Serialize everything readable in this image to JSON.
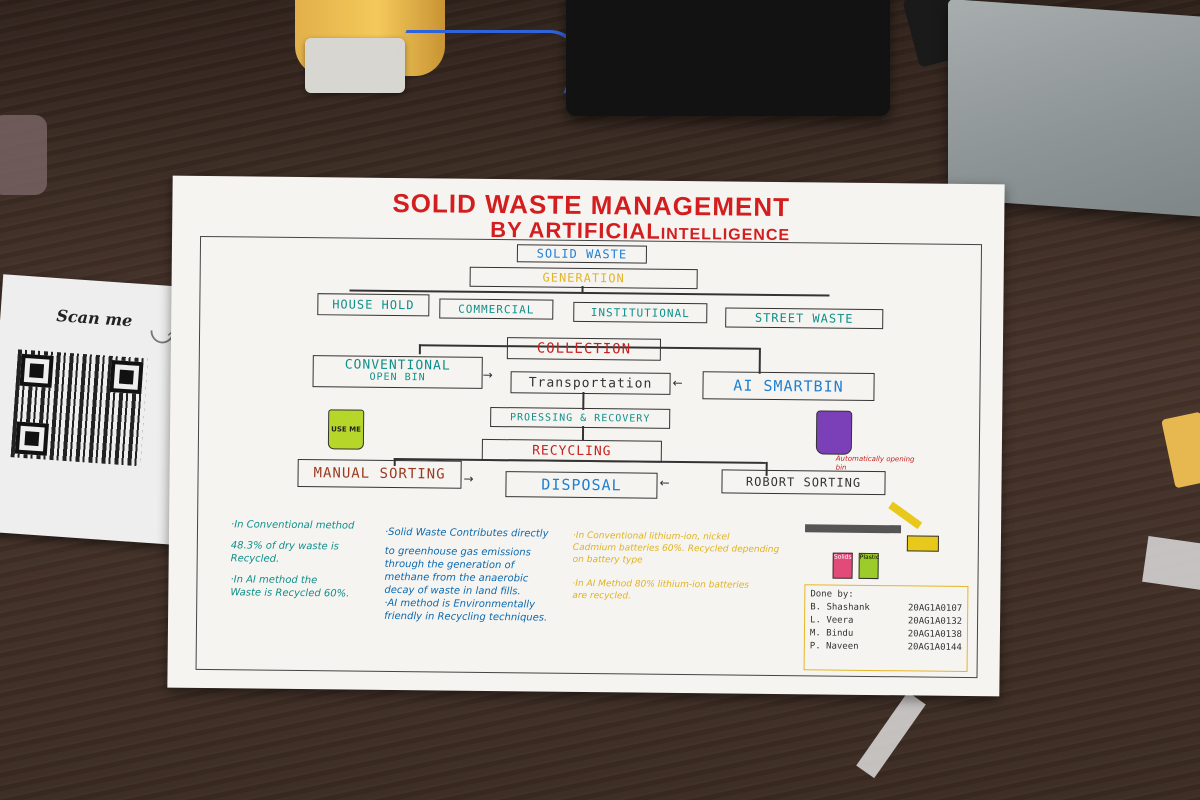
{
  "scene": {
    "qr_card": {
      "label": "Scan me"
    },
    "poster": {
      "title_line1": "SOLID WASTE MANAGEMENT",
      "title_line2_a": "BY  ARTIFICIAL",
      "title_line2_b": "INTELLIGENCE",
      "flow": {
        "solid_waste": "SOLID WASTE",
        "generation": "GENERATION",
        "household": "HOUSE HOLD",
        "commercial": "COMMERCIAL",
        "institutional": "INSTITUTIONAL",
        "street_waste": "STREET WASTE",
        "collection": "COLLECTION",
        "conventional": "CONVENTIONAL",
        "open_bin": "OPEN BIN",
        "transportation": "Transportation",
        "ai_smartbin": "AI SMARTBIN",
        "processing": "PROESSING & RECOVERY",
        "recycling": "RECYCLING",
        "manual_sorting": "MANUAL SORTING",
        "disposal": "DISPOSAL",
        "robort_sorting": "ROBORT SORTING"
      },
      "bin_use_me": "USE ME",
      "bin_auto_caption": "Automatically opening bin",
      "notes": {
        "col1": [
          "·In Conventional method",
          "48.3% of dry waste is",
          "Recycled.",
          "·In AI method the",
          "Waste is Recycled 60%."
        ],
        "col2": [
          "·Solid Waste Contributes directly",
          "to greenhouse gas emissions",
          "through the generation of",
          "methane from the anaerobic",
          "decay of waste in land fills.",
          "·AI method is Environmentally",
          "friendly in Recycling techniques."
        ],
        "col3": [
          "·In Conventional lithium-ion, nickel",
          "Cadmium batteries 60%. Recycled depending",
          "on battery type",
          "",
          "·In AI Method 80% lithium-ion batteries",
          "are recycled."
        ]
      },
      "done_by": {
        "heading": "Done by:",
        "members": [
          {
            "name": "B. Shashank",
            "id": "20AG1A0107"
          },
          {
            "name": "L. Veera",
            "id": "20AG1A0132"
          },
          {
            "name": "M. Bindu",
            "id": "20AG1A0138"
          },
          {
            "name": "P. Naveen",
            "id": "20AG1A0144"
          }
        ]
      },
      "jar_labels": [
        "Solids",
        "Plastic"
      ]
    }
  },
  "colors": {
    "title": "#d21e1e",
    "teal": "#0f8f8a",
    "red": "#c5221f",
    "blue": "#1f7fd1",
    "yellow_note": "#e0b21d"
  }
}
